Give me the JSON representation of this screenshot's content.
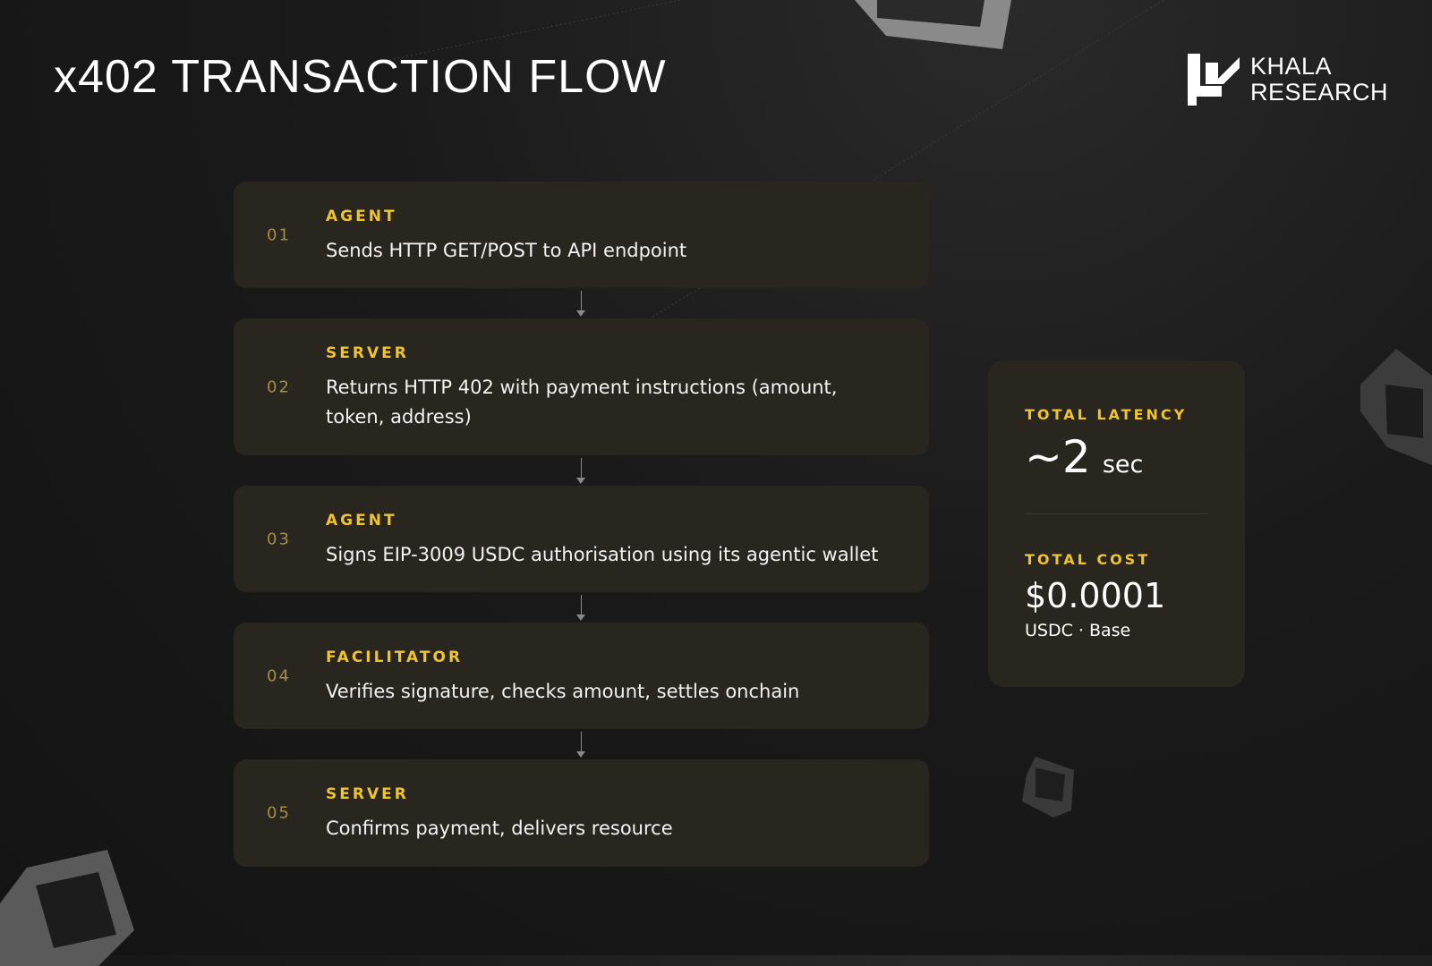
{
  "title": "x402 TRANSACTION FLOW",
  "logo": {
    "line1": "KHALA",
    "line2": "RESEARCH"
  },
  "steps": [
    {
      "num": "01",
      "actor": "AGENT",
      "desc": "Sends HTTP GET/POST to API endpoint"
    },
    {
      "num": "02",
      "actor": "SERVER",
      "desc": "Returns HTTP 402 with payment instructions (amount, token, address)"
    },
    {
      "num": "03",
      "actor": "AGENT",
      "desc": "Signs EIP-3009 USDC authorisation using its agentic wallet"
    },
    {
      "num": "04",
      "actor": "FACILITATOR",
      "desc": "Verifies signature, checks amount, settles onchain"
    },
    {
      "num": "05",
      "actor": "SERVER",
      "desc": "Confirms payment, delivers resource"
    }
  ],
  "summary": {
    "latency_label": "TOTAL LATENCY",
    "latency_value": "~2",
    "latency_unit": "sec",
    "cost_label": "TOTAL COST",
    "cost_value": "$0.0001",
    "cost_note": "USDC · Base"
  },
  "colors": {
    "accent": "#f0c42e",
    "card": "#28261f",
    "background": "#161616"
  }
}
